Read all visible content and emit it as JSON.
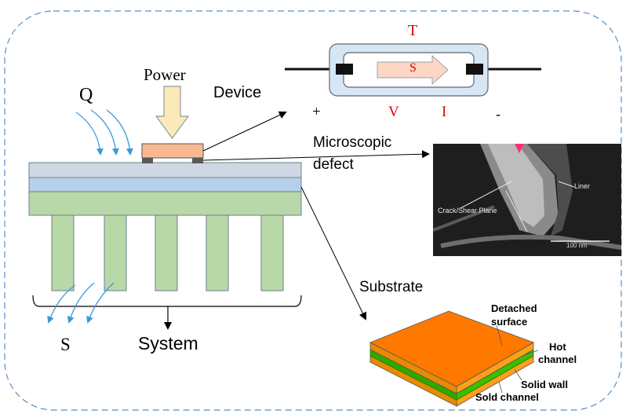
{
  "labels": {
    "power": "Power",
    "device": "Device",
    "q": "Q",
    "microscopic_defect_line1": "Microscopic",
    "microscopic_defect_line2": "defect",
    "substrate": "Substrate",
    "s": "S",
    "system": "System",
    "plus": "+",
    "minus": "-",
    "t": "T",
    "v": "V",
    "i": "I",
    "s_inner": "S"
  },
  "micrograph_labels": {
    "crack": "Crack/Shear Plane",
    "liner": "Liner",
    "scale": "100 nm"
  },
  "substrate_labels": {
    "detached_1": "Detached",
    "detached_2": "surface",
    "hot_1": "Hot",
    "hot_2": "channel",
    "solid_wall": "Solid wall",
    "sold_channel": "Sold channel"
  },
  "colors": {
    "border": "#5a8fc0",
    "arrow_blue": "#3a9ad9",
    "red": "#e00000",
    "device_block": "#f8b990",
    "power_arrow": "#fbe9b8",
    "plate_top": "#cdd8e4",
    "plate_mid": "#b5d0ea",
    "plate_bottom": "#b8d8a8",
    "fins": "#b8d8a8",
    "resistor_body": "#d6e6f5",
    "substrate_orange": "#ff7900",
    "substrate_green": "#39c000"
  }
}
